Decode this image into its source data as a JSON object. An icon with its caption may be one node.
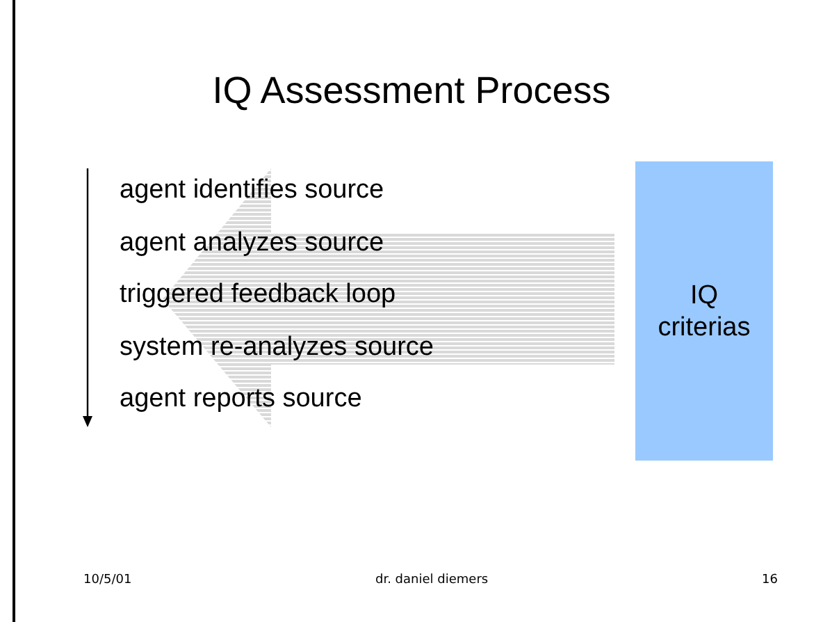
{
  "diagram": {
    "title": "IQ Assessment Process",
    "nodes": [
      {
        "text": [
          "agent identifies source",
          "agent analyzes source",
          "triggered feedback loop",
          "system re-analyzes source",
          "agent reports source"
        ]
      },
      {
        "text": [
          "IQ criterias"
        ]
      }
    ],
    "edges": [
      {
        "from": 1,
        "to": 0,
        "arrow": "to",
        "style": "thick",
        "color": "#d9d9d9"
      }
    ],
    "labels": [
      "10/5/01",
      "dr. daniel diemers",
      "16"
    ]
  }
}
